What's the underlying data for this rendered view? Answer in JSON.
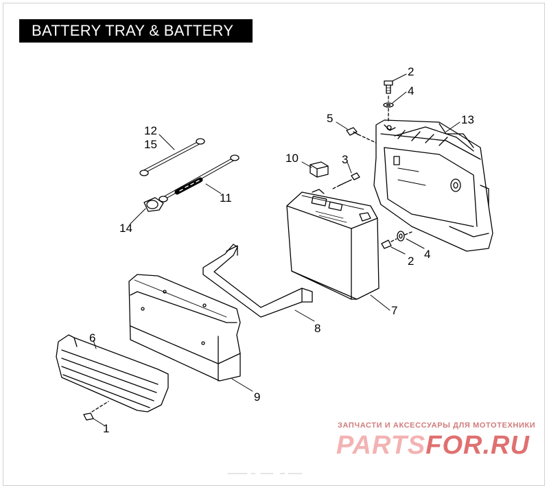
{
  "title": "BATTERY TRAY & BATTERY",
  "callouts": {
    "c1": "1",
    "c2a": "2",
    "c2b": "2",
    "c3": "3",
    "c4a": "4",
    "c4b": "4",
    "c5": "5",
    "c6": "6",
    "c7": "7",
    "c8": "8",
    "c9": "9",
    "c10": "10",
    "c11": "11",
    "c12": "12",
    "c13": "13",
    "c14": "14",
    "c15": "15"
  },
  "watermark": {
    "tagline": "ЗАПЧАСТИ И АКСЕССУАРЫ ДЛЯ МОТОТЕХНИКИ",
    "brand_a": "PARTS",
    "brand_b": "FOR.RU"
  },
  "colors": {
    "title_bg": "#000000",
    "title_fg": "#ffffff",
    "line": "#000000",
    "watermark": "#f3b3b3"
  }
}
